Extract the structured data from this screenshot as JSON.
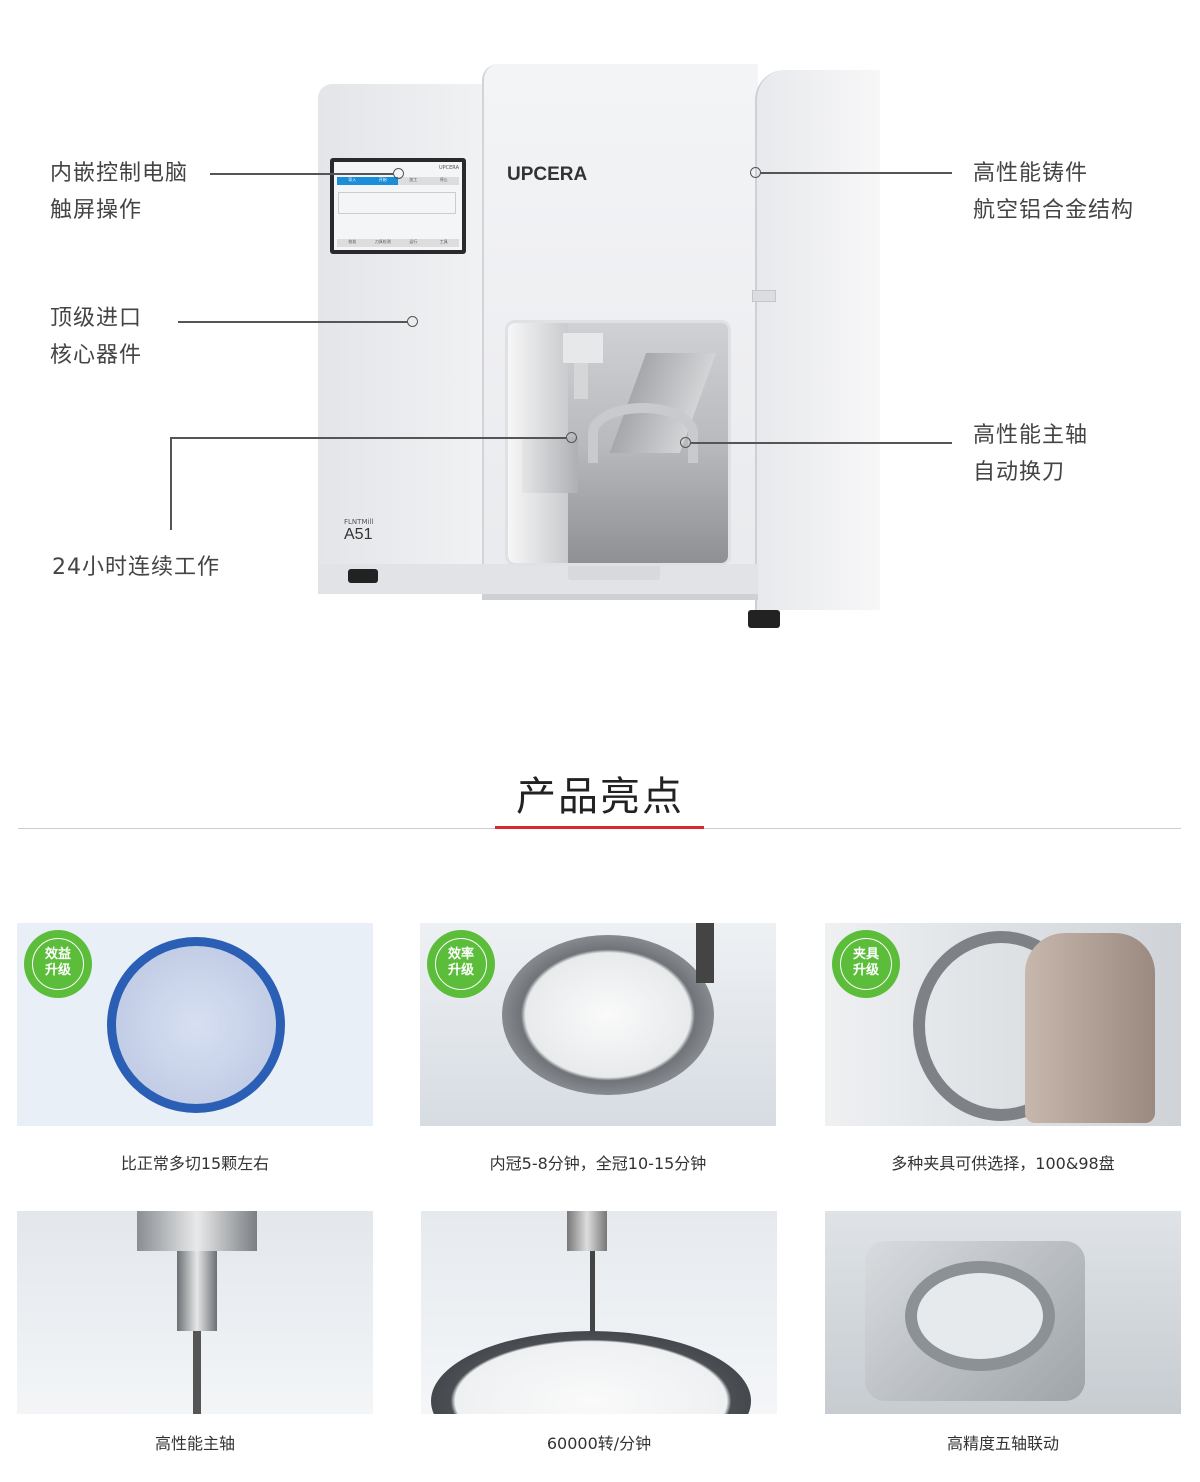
{
  "product": {
    "brand": "UPCERA",
    "model_series": "FLNTMill",
    "model": "A51",
    "screen_tabs": [
      "导入",
      "开始",
      "加工",
      "停止"
    ],
    "screen_buttons": [
      "校准",
      "刀具检测",
      "运行",
      "工具"
    ],
    "screen_brand": "UPCERA"
  },
  "callouts": {
    "left": [
      {
        "lines": [
          "内嵌控制电脑",
          "触屏操作"
        ]
      },
      {
        "lines": [
          "顶级进口",
          "核心器件"
        ]
      },
      {
        "lines": [
          "24小时连续工作"
        ]
      }
    ],
    "right": [
      {
        "lines": [
          "高性能铸件",
          "航空铝合金结构"
        ]
      },
      {
        "lines": [
          "高性能主轴",
          "自动换刀"
        ]
      }
    ]
  },
  "section": {
    "title": "产品亮点",
    "accent_color": "#d7282f"
  },
  "features": [
    {
      "badge": [
        "效益",
        "升级"
      ],
      "caption": "比正常多切15颗左右"
    },
    {
      "badge": [
        "效率",
        "升级"
      ],
      "caption": "内冠5-8分钟，全冠10-15分钟"
    },
    {
      "badge": [
        "夹具",
        "升级"
      ],
      "caption": "多种夹具可供选择，100&98盘"
    },
    {
      "caption": "高性能主轴"
    },
    {
      "caption": "60000转/分钟"
    },
    {
      "caption": "高精度五轴联动"
    }
  ],
  "colors": {
    "badge_green": "#5bbd3a",
    "disc_blue": "#2a5fb5"
  }
}
